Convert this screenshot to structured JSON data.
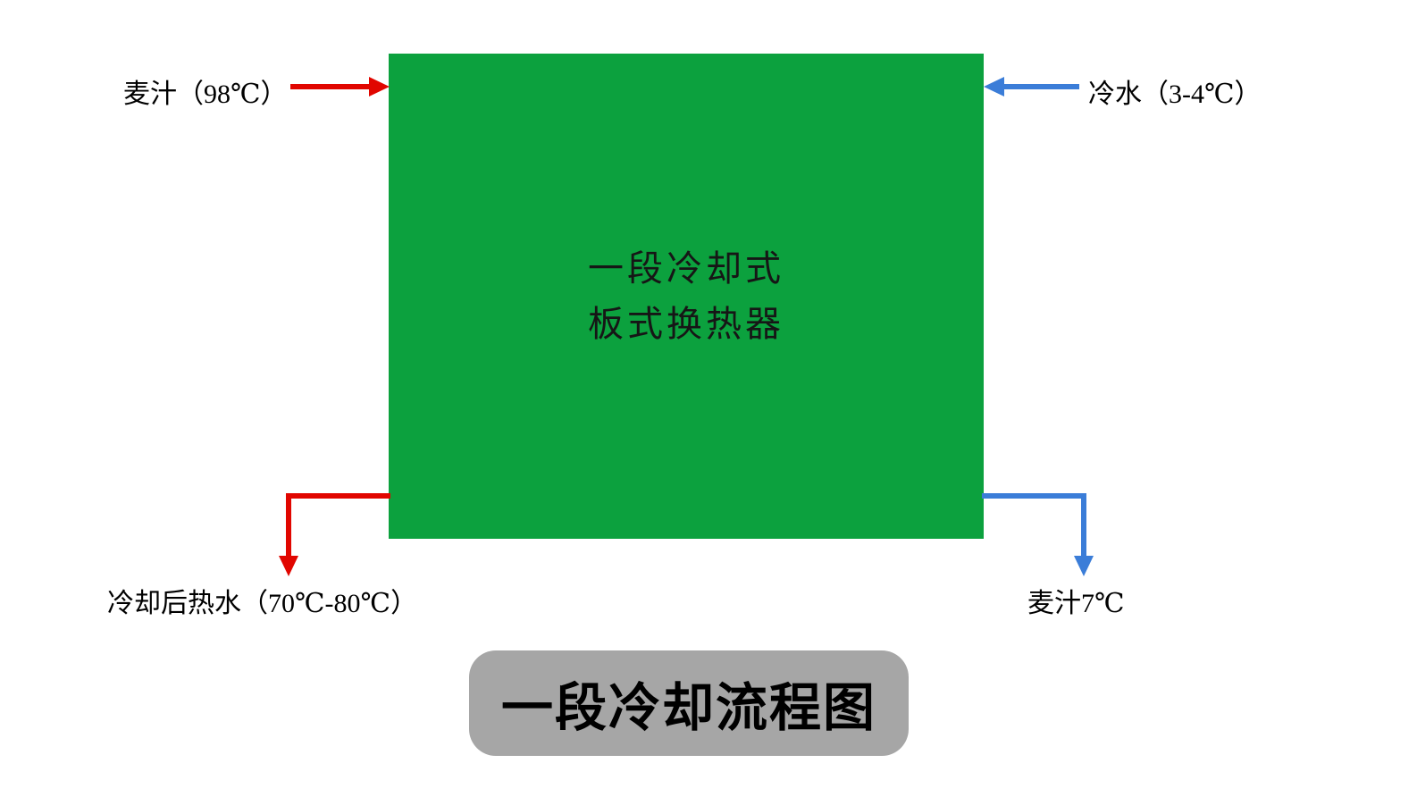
{
  "exchanger": {
    "line1": "一段冷却式",
    "line2": "板式换热器"
  },
  "streams": {
    "wort_in": {
      "label": "麦汁（98℃）"
    },
    "cold_water_in": {
      "label": "冷水（3-4℃）"
    },
    "hot_water_out": {
      "label": "冷却后热水（70℃-80℃）"
    },
    "wort_out": {
      "label": "麦汁7℃"
    }
  },
  "title_banner": {
    "label": "一段冷却流程图"
  },
  "colors": {
    "exchanger_green": "#0ca13e",
    "hot_red": "#e10600",
    "cold_blue": "#3b7dd8",
    "banner_gray": "#a6a6a6"
  }
}
